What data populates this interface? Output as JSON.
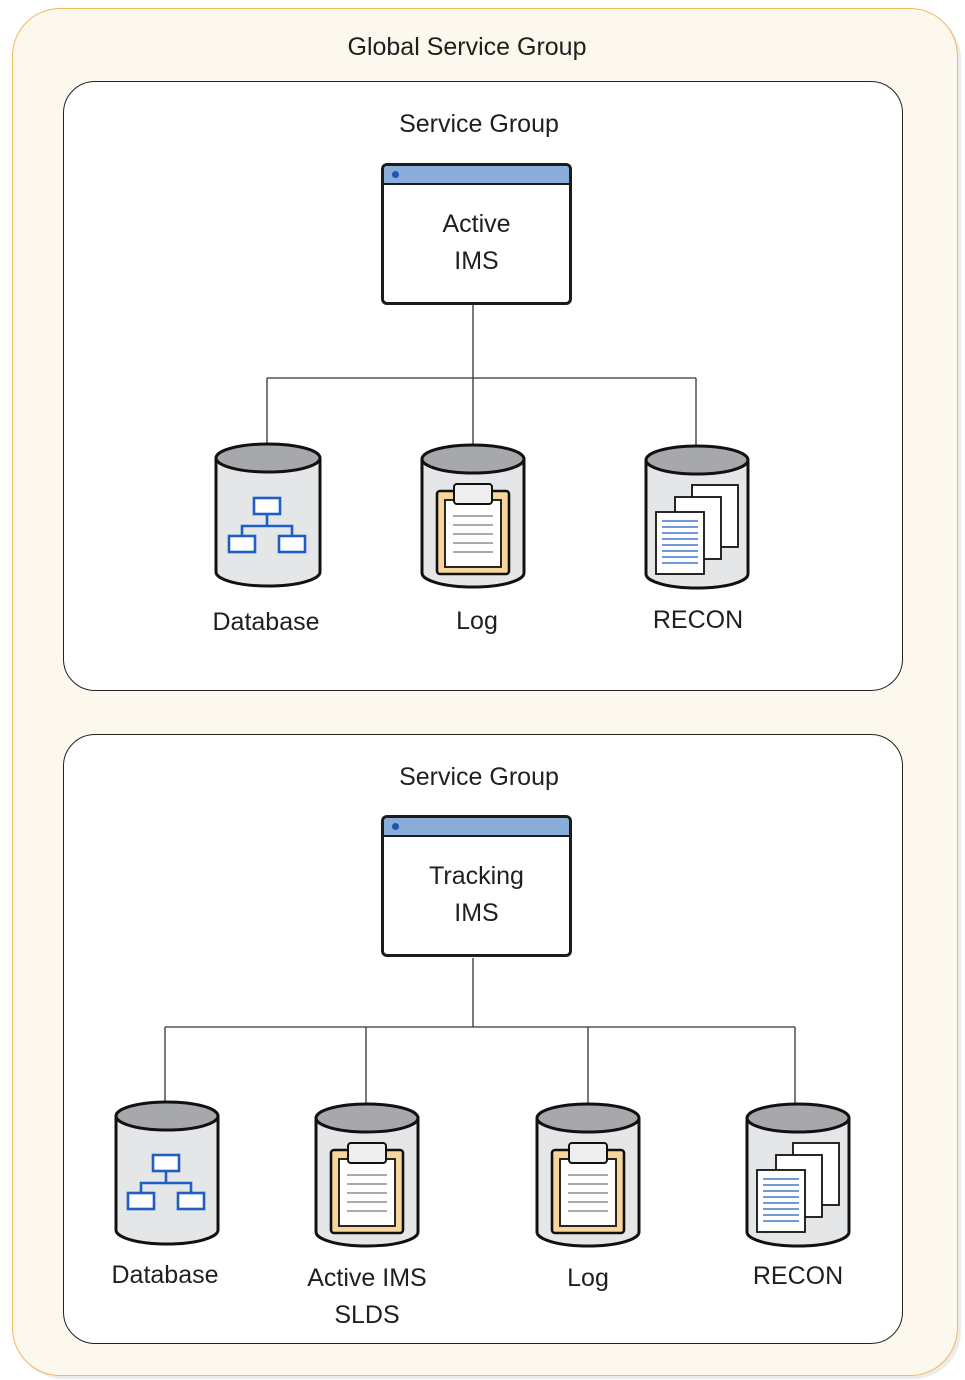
{
  "global_group": {
    "title": "Global Service Group"
  },
  "service_groups": [
    {
      "title": "Service Group",
      "ims": {
        "line1": "Active",
        "line2": "IMS"
      },
      "stores": [
        {
          "type": "database",
          "label": "Database",
          "label_line2": ""
        },
        {
          "type": "log",
          "label": "Log",
          "label_line2": ""
        },
        {
          "type": "recon",
          "label": "RECON",
          "label_line2": ""
        }
      ]
    },
    {
      "title": "Service Group",
      "ims": {
        "line1": "Tracking",
        "line2": "IMS"
      },
      "stores": [
        {
          "type": "database",
          "label": "Database",
          "label_line2": ""
        },
        {
          "type": "log",
          "label": "Active IMS",
          "label_line2": "SLDS"
        },
        {
          "type": "log",
          "label": "Log",
          "label_line2": ""
        },
        {
          "type": "recon",
          "label": "RECON",
          "label_line2": ""
        }
      ]
    }
  ],
  "colors": {
    "global_border": "#efb95f",
    "global_fill": "#fdf8ed",
    "titlebar": "#8aacd8",
    "cylinder": "#e5e6e8",
    "cylinder_top": "#a6a8ab",
    "db_icon": "#1f5ec4",
    "clipboard": "#f7d59b"
  }
}
